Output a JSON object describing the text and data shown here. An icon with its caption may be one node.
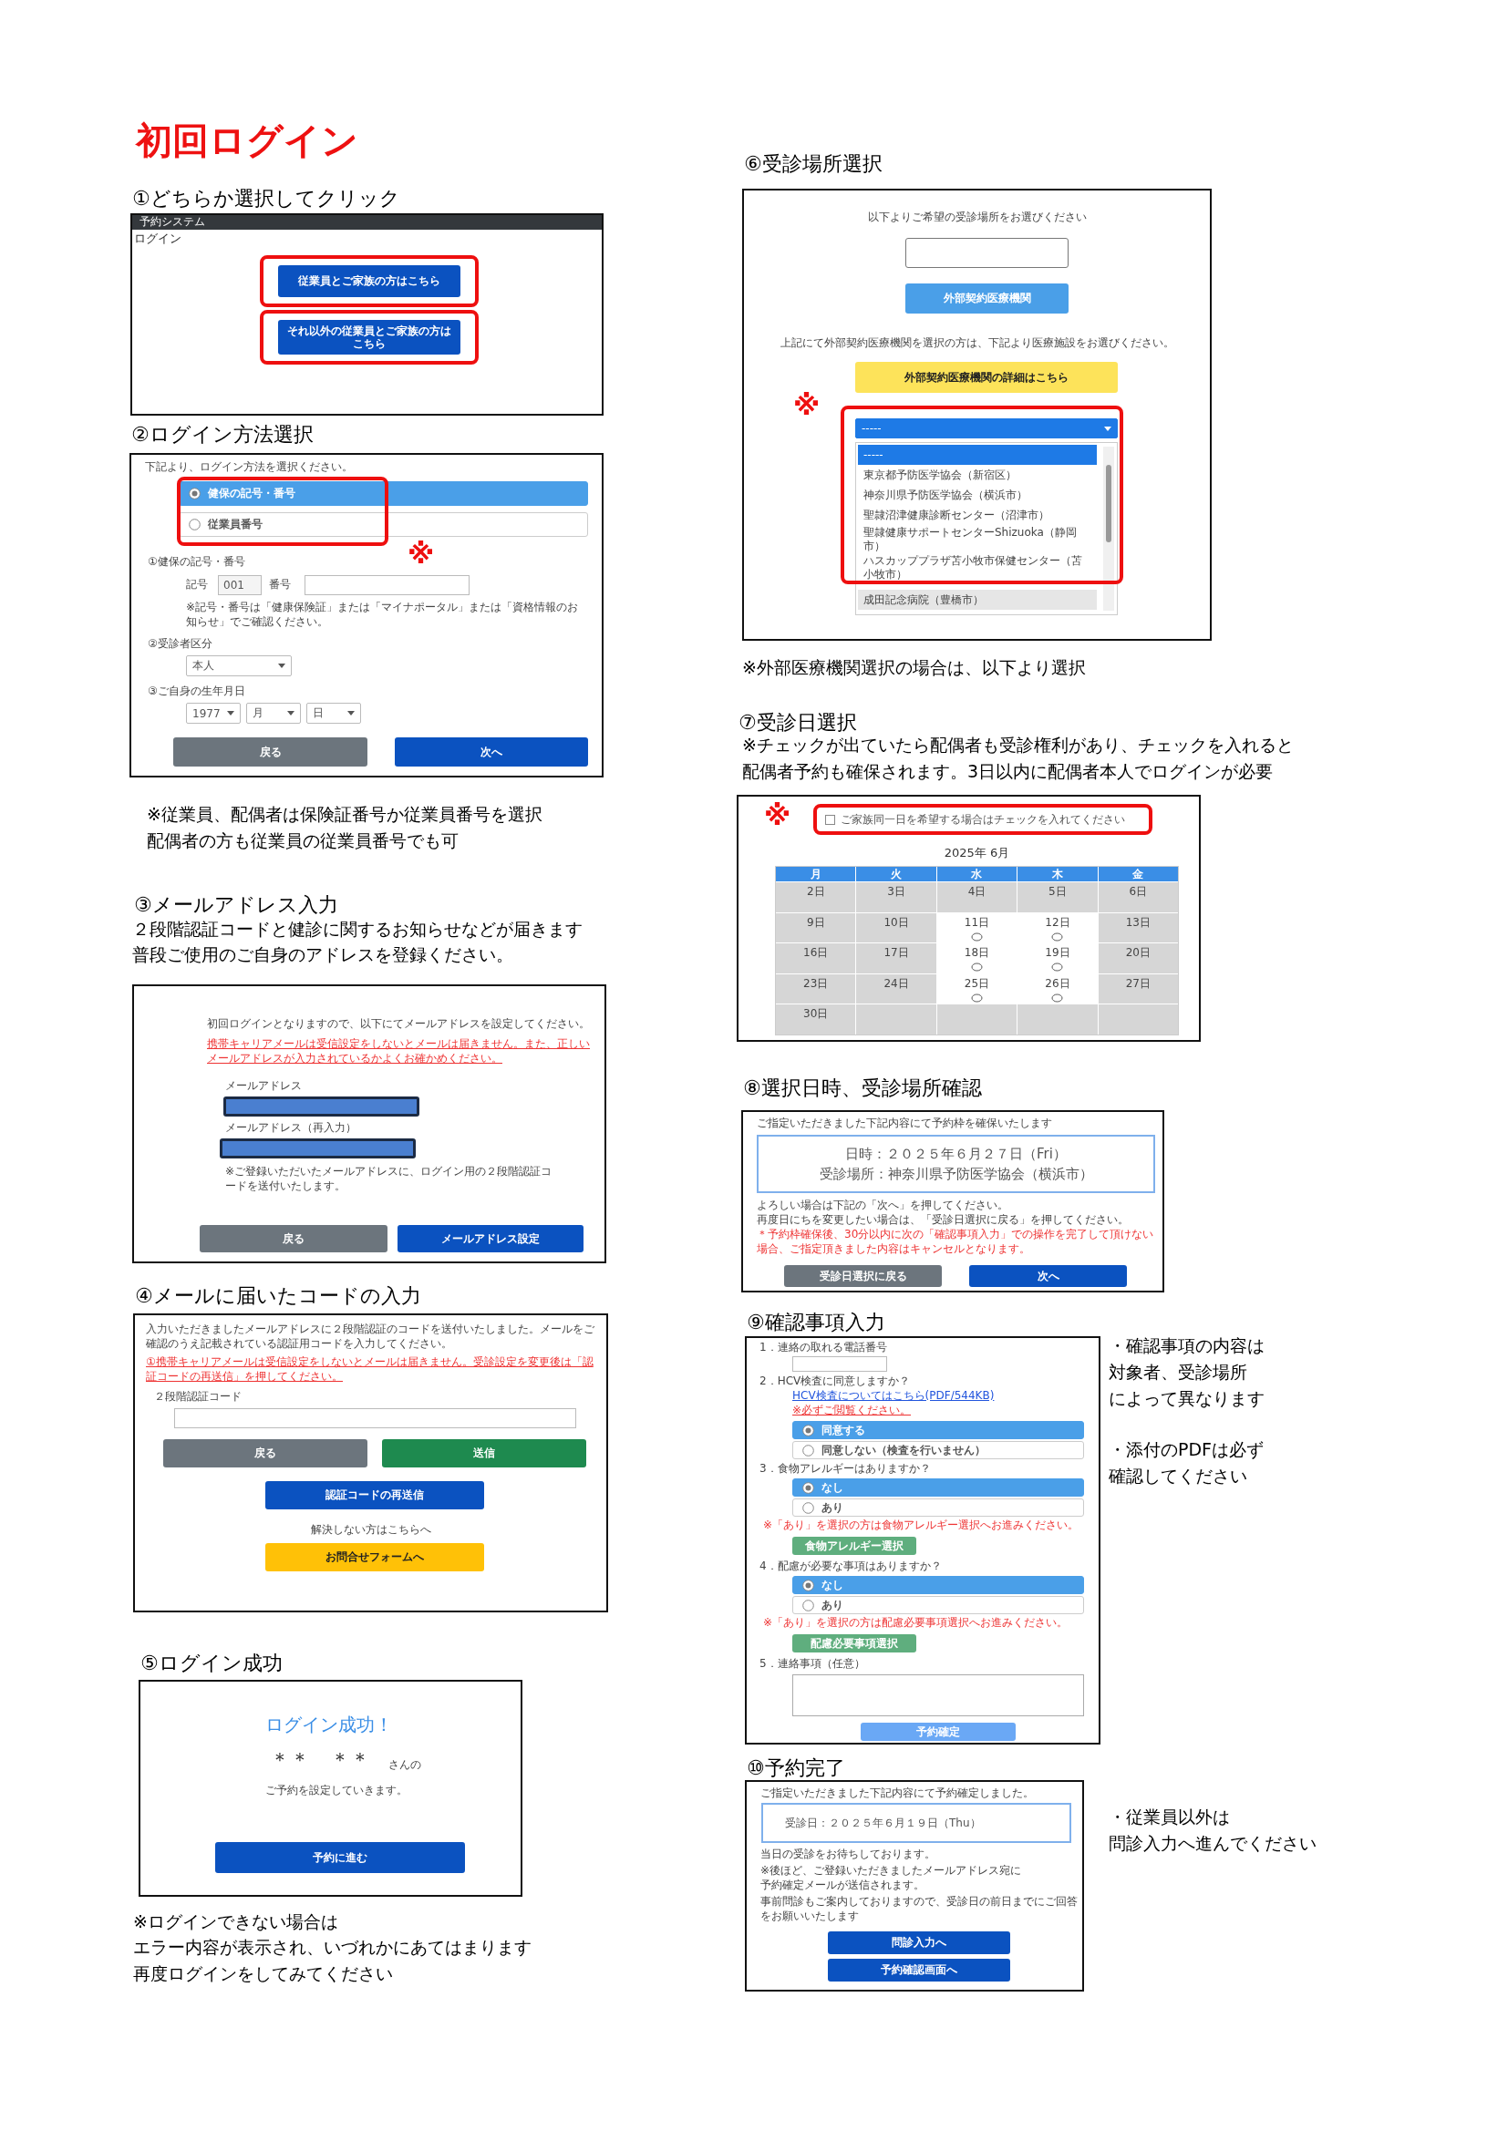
{
  "diagram": {
    "title": "初回ログイン",
    "nodes": [
      {
        "text": [
          "①どちらか選択してクリック",
          "予約システム",
          "ログイン"
        ]
      },
      {
        "text": [
          "従業員とご家族の方はこちら"
        ],
        "in": 0
      },
      {
        "text": [
          "それ以外の従業員とご家族の方はこちら"
        ],
        "in": 0
      },
      {
        "text": [
          "②ログイン方法選択",
          "下記より、ログイン方法を選択ください。",
          "①健保の記号・番号",
          "記号",
          "番号",
          "※記号・番号は「健康保険証」または「マイナポータル」または「資格情報のお知らせ」でご確認ください。",
          "②受診者区分",
          "③ご自身の生年月日"
        ]
      },
      {
        "text": [
          "健保の記号・番号"
        ],
        "in": 3
      },
      {
        "text": [
          "従業員番号"
        ],
        "in": 3
      },
      {
        "text": [
          "001"
        ],
        "in": 3
      },
      {
        "text": [],
        "shape": "box",
        "in": 3
      },
      {
        "text": [
          "本人"
        ],
        "in": 3
      },
      {
        "text": [
          "1977"
        ],
        "in": 3
      },
      {
        "text": [
          "月"
        ],
        "in": 3
      },
      {
        "text": [
          "日"
        ],
        "in": 3
      },
      {
        "text": [
          "戻る"
        ],
        "in": 3
      },
      {
        "text": [
          "次へ"
        ],
        "in": 3
      },
      {
        "text": [
          "③メールアドレス入力",
          "初回ログインとなりますので、以下にてメールアドレスを設定してください。",
          "携帯キャリアメールは受信設定をしないとメールは届きません。また、正しいメールアドレスが入力されているかよくお確かめください。",
          "メールアドレス",
          "メールアドレス（再入力）",
          "※ご登録いただいたメールアドレスに、ログイン用の２段階認証コードを送付いたします。"
        ]
      },
      {
        "text": [],
        "shape": "box",
        "in": 14
      },
      {
        "text": [],
        "shape": "box",
        "in": 14
      },
      {
        "text": [
          "戻る"
        ],
        "in": 14
      },
      {
        "text": [
          "メールアドレス設定"
        ],
        "in": 14
      },
      {
        "text": [
          "④メールに届いたコードの入力",
          "入力いただきましたメールアドレスに２段階認証のコードを送付いたしました。メールをご確認のうえ記載されている認証用コードを入力してください。",
          "①携帯キャリアメールは受信設定をしないとメールは届きません。受診設定を変更後は「認証コードの再送信」を押してください。",
          "２段階認証コード",
          "解決しない方はこちらへ"
        ]
      },
      {
        "text": [],
        "shape": "box",
        "in": 19
      },
      {
        "text": [
          "戻る"
        ],
        "in": 19
      },
      {
        "text": [
          "送信"
        ],
        "in": 19
      },
      {
        "text": [
          "認証コードの再送信"
        ],
        "in": 19
      },
      {
        "text": [
          "お問合せフォームへ"
        ],
        "in": 19
      },
      {
        "text": [
          "⑤ログイン成功",
          "ログイン成功！",
          "＊＊　＊＊",
          "さんの",
          "ご予約を設定していきます。"
        ]
      },
      {
        "text": [
          "予約に進む"
        ],
        "in": 25
      },
      {
        "text": [
          "⑥受診場所選択",
          "以下よりご希望の受診場所をお選びください",
          "上記にて外部契約医療機関を選択の方は、下記より医療施設をお選びください。"
        ]
      },
      {
        "text": [],
        "shape": "box",
        "in": 27
      },
      {
        "text": [
          "外部契約医療機関"
        ],
        "in": 27
      },
      {
        "text": [
          "外部契約医療機関の詳細はこちら"
        ],
        "in": 27
      },
      {
        "text": [
          "-----"
        ],
        "in": 27
      },
      {
        "text": [
          "-----",
          "東京都予防医学協会（新宿区）",
          "神奈川県予防医学協会（横浜市）",
          "聖隷沼津健康診断センター（沼津市）",
          "聖隷健康サポートセンターShizuoka（静岡市）",
          "ハスカッププラザ苫小牧市保健センター（苫小牧市）",
          "成田記念病院（豊橋市）"
        ],
        "in": 27
      },
      {
        "text": [
          "⑦受診日選択",
          "2025年 6月"
        ]
      },
      {
        "text": [
          "ご家族同一日を希望する場合はチェックを入れてください"
        ],
        "in": 33
      },
      {
        "text": [
          "月",
          "火",
          "水",
          "木",
          "金",
          "2日",
          "3日",
          "4日",
          "5日",
          "6日",
          "9日",
          "10日",
          "11日",
          "12日",
          "13日",
          "16日",
          "17日",
          "18日",
          "19日",
          "20日",
          "23日",
          "24日",
          "25日",
          "26日",
          "27日",
          "30日"
        ],
        "in": 33
      },
      {
        "text": [
          "⑧選択日時、受診場所確認",
          "ご指定いただきました下記内容にて予約枠を確保いたします",
          "よろしい場合は下記の「次へ」を押してください。",
          "再度日にちを変更したい場合は、「受診日選択に戻る」を押してください。",
          "＊予約枠確保後、30分以内に次の「確認事項入力」での操作を完了して頂けない場合、ご指定頂きました内容はキャンセルとなります。"
        ]
      },
      {
        "text": [
          "日時：２０２５年６月２７日（Fri）",
          "受診場所：神奈川県予防医学協会（横浜市）"
        ],
        "in": 36
      },
      {
        "text": [
          "受診日選択に戻る"
        ],
        "in": 36
      },
      {
        "text": [
          "次へ"
        ],
        "in": 36
      },
      {
        "text": [
          "⑨確認事項入力",
          "1．連絡の取れる電話番号",
          "2．HCV検査に同意しますか？",
          "HCV検査についてはこちら(PDF/544KB)",
          "※必ずご閲覧ください。",
          "3．食物アレルギーはありますか？",
          "※「あり」を選択の方は食物アレルギー選択へお進みください。",
          "4．配慮が必要な事項はありますか？",
          "※「あり」を選択の方は配慮必要事項選択へお進みください。",
          "5．連絡事項（任意）"
        ]
      },
      {
        "text": [],
        "shape": "box",
        "in": 40
      },
      {
        "text": [
          "同意する"
        ],
        "in": 40
      },
      {
        "text": [
          "同意しない（検査を行いません）"
        ],
        "in": 40
      },
      {
        "text": [
          "なし"
        ],
        "in": 40
      },
      {
        "text": [
          "あり"
        ],
        "in": 40
      },
      {
        "text": [
          "食物アレルギー選択"
        ],
        "in": 40
      },
      {
        "text": [
          "なし"
        ],
        "in": 40
      },
      {
        "text": [
          "あり"
        ],
        "in": 40
      },
      {
        "text": [
          "配慮必要事項選択"
        ],
        "in": 40
      },
      {
        "text": [],
        "shape": "box",
        "in": 40
      },
      {
        "text": [
          "予約確定"
        ],
        "in": 40
      },
      {
        "text": [
          "⑩予約完了",
          "ご指定いただきました下記内容にて予約確定しました。",
          "当日の受診をお待ちしております。",
          "※後ほど、ご登録いただきましたメールアドレス宛に",
          "予約確定メールが送信されます。",
          "事前問診もご案内しておりますので、受診日の前日までにご回答をお願いいたします"
        ]
      },
      {
        "text": [
          "受診日：２０２５年６月１９日（Thu）"
        ],
        "in": 52
      },
      {
        "text": [
          "問診入力へ"
        ],
        "in": 52
      },
      {
        "text": [
          "予約確認画面へ"
        ],
        "in": 52
      }
    ],
    "labels": [
      "※",
      "※従業員、配偶者は保険証番号か従業員番号を選択",
      "配偶者の方も従業員の従業員番号でも可",
      "２段階認証コードと健診に関するお知らせなどが届きます",
      "普段ご使用のご自身のアドレスを登録ください。",
      "※ログインできない場合は",
      "エラー内容が表示され、いづれかにあてはまります",
      "再度ログインをしてみてください",
      "※",
      "※外部医療機関選択の場合は、以下より選択",
      "※チェックが出ていたら配偶者も受診権利があり、チェックを入れると",
      "配偶者予約も確保されます。3日以内に配偶者本人でログインが必要",
      "※",
      "・確認事項の内容は",
      "対象者、受診場所",
      "によって異なります",
      "・添付のPDFは必ず",
      "確認してください",
      "・従業員以外は",
      "問診入力へ進んでください"
    ]
  }
}
